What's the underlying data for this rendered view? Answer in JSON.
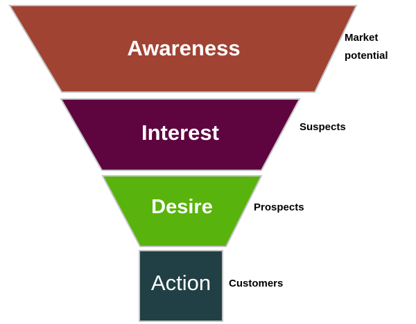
{
  "funnel": {
    "stages": [
      {
        "label": "Awareness",
        "side_label_line1": "Market",
        "side_label_line2": "potential",
        "color": "#A14333",
        "stroke": "#C4C4C4"
      },
      {
        "label": "Interest",
        "side_label": "Suspects",
        "color": "#5E0540",
        "stroke": "#C4C4C4"
      },
      {
        "label": "Desire",
        "side_label": "Prospects",
        "color": "#58B40C",
        "stroke": "#C4C4C4"
      },
      {
        "label": "Action",
        "side_label": "Customers",
        "color": "#214045",
        "stroke": "#C4C4C4"
      }
    ]
  }
}
